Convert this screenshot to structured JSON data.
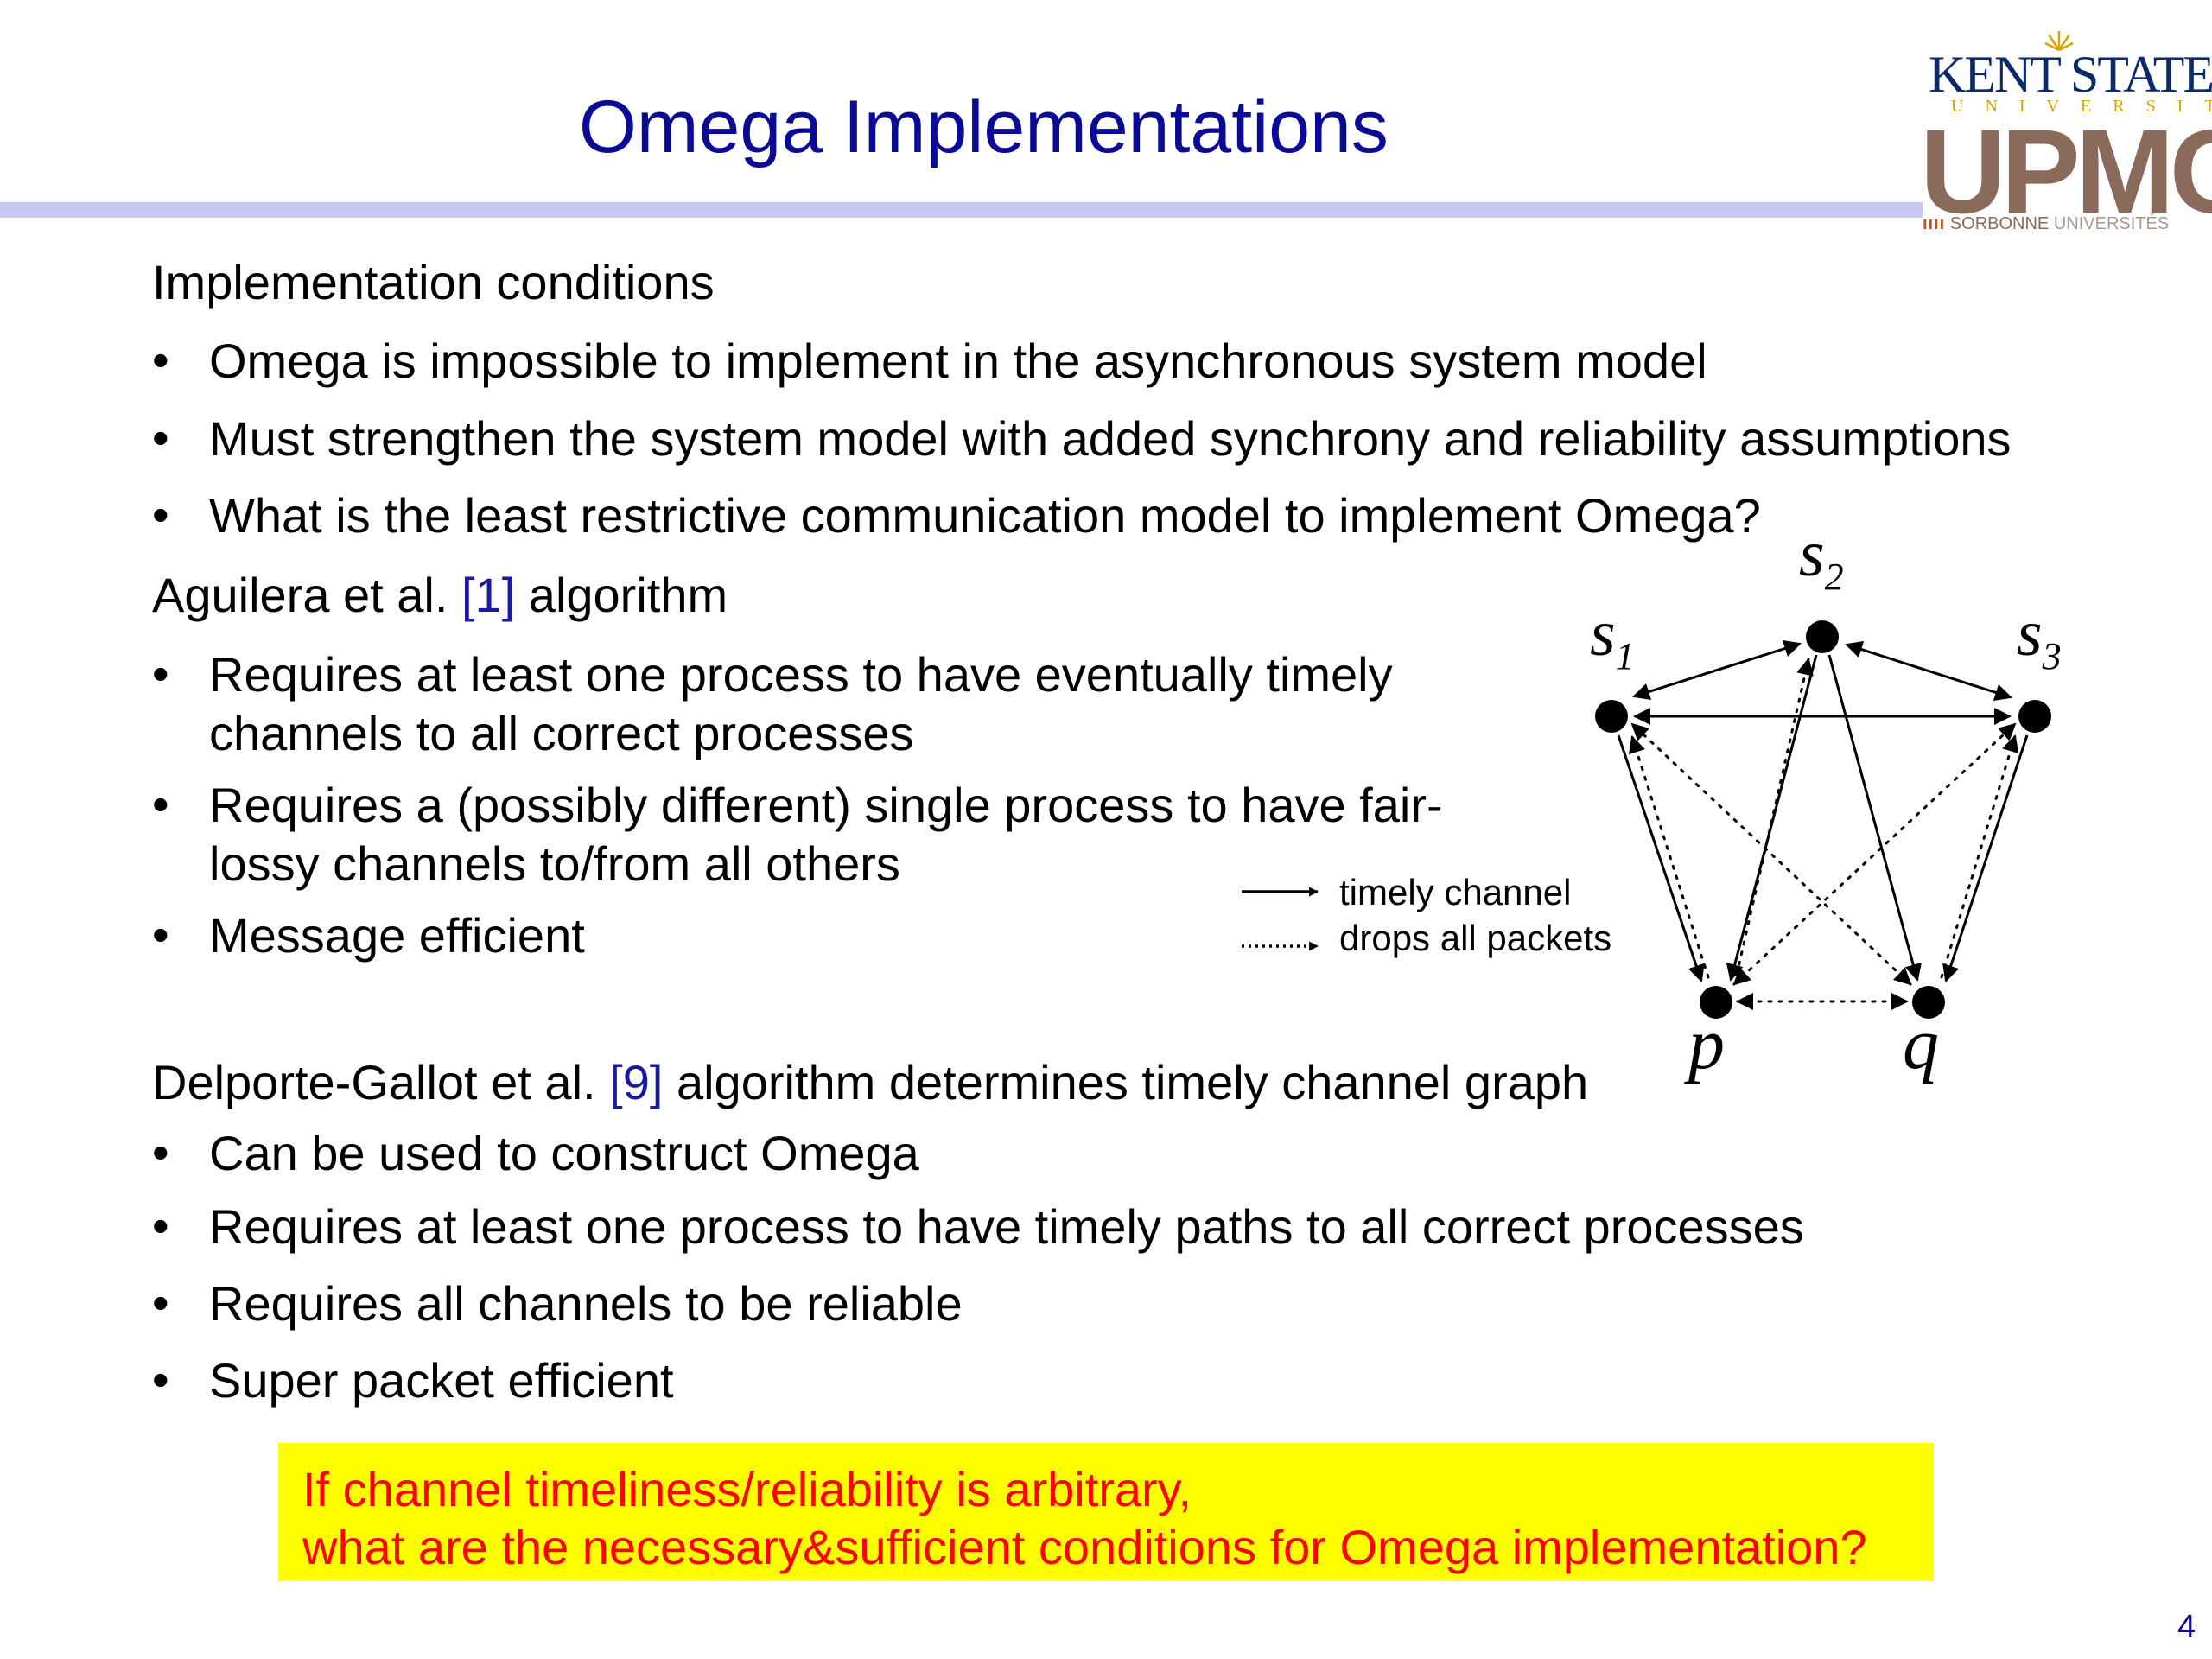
{
  "slide": {
    "title": "Omega Implementations",
    "page_number": "4"
  },
  "logos": {
    "kent_state": {
      "name": "KENT STATE",
      "subtitle": "UNIVERSITY",
      "color": "#0a2a6a",
      "accent": "#d9a400"
    },
    "upmc": {
      "name": "UPMC",
      "tagline_bars": "ıııı",
      "tagline": "SORBONNE",
      "tagline_universities": "UNIVERSITÉS",
      "color": "#8a6a5a"
    }
  },
  "sections": [
    {
      "heading": "Implementation conditions",
      "bullets": [
        "Omega is impossible to implement in the asynchronous system model",
        "Must strengthen the system model with added synchrony and reliability assumptions",
        "What is the least restrictive communication model to implement Omega?"
      ]
    },
    {
      "heading_pre": "Aguilera et al. ",
      "heading_ref": "[1]",
      "heading_post": " algorithm",
      "bullets": [
        [
          "Requires at least one process to have eventually timely",
          "channels to all correct processes"
        ],
        [
          "Requires a (possibly different) single process to have fair-",
          "lossy channels to/from all others"
        ],
        [
          "Message efficient"
        ]
      ]
    },
    {
      "heading_pre": "Delporte-Gallot et al. ",
      "heading_ref": "[9]",
      "heading_post": " algorithm determines timely channel graph",
      "bullets": [
        "Can be used to construct Omega",
        "Requires at least one process to have timely paths to all correct processes",
        "Requires all channels to be reliable",
        "Super packet efficient"
      ]
    }
  ],
  "diagram": {
    "nodes": [
      {
        "id": "s1",
        "label": "s",
        "subscript": "1"
      },
      {
        "id": "s2",
        "label": "s",
        "subscript": "2"
      },
      {
        "id": "s3",
        "label": "s",
        "subscript": "3"
      },
      {
        "id": "p",
        "label": "p",
        "subscript": ""
      },
      {
        "id": "q",
        "label": "q",
        "subscript": ""
      }
    ],
    "legend": {
      "timely": "timely channel",
      "drops": "drops all packets"
    }
  },
  "callout": {
    "line1": "If channel timeliness/reliability is arbitrary,",
    "line2": "what are the necessary&sufficient conditions for Omega implementation?",
    "background": "#ffff00",
    "text_color": "#ff0000"
  },
  "colors": {
    "title": "#0a0a96",
    "rule": "#c8c8f5",
    "reference": "#1a1aa0"
  }
}
